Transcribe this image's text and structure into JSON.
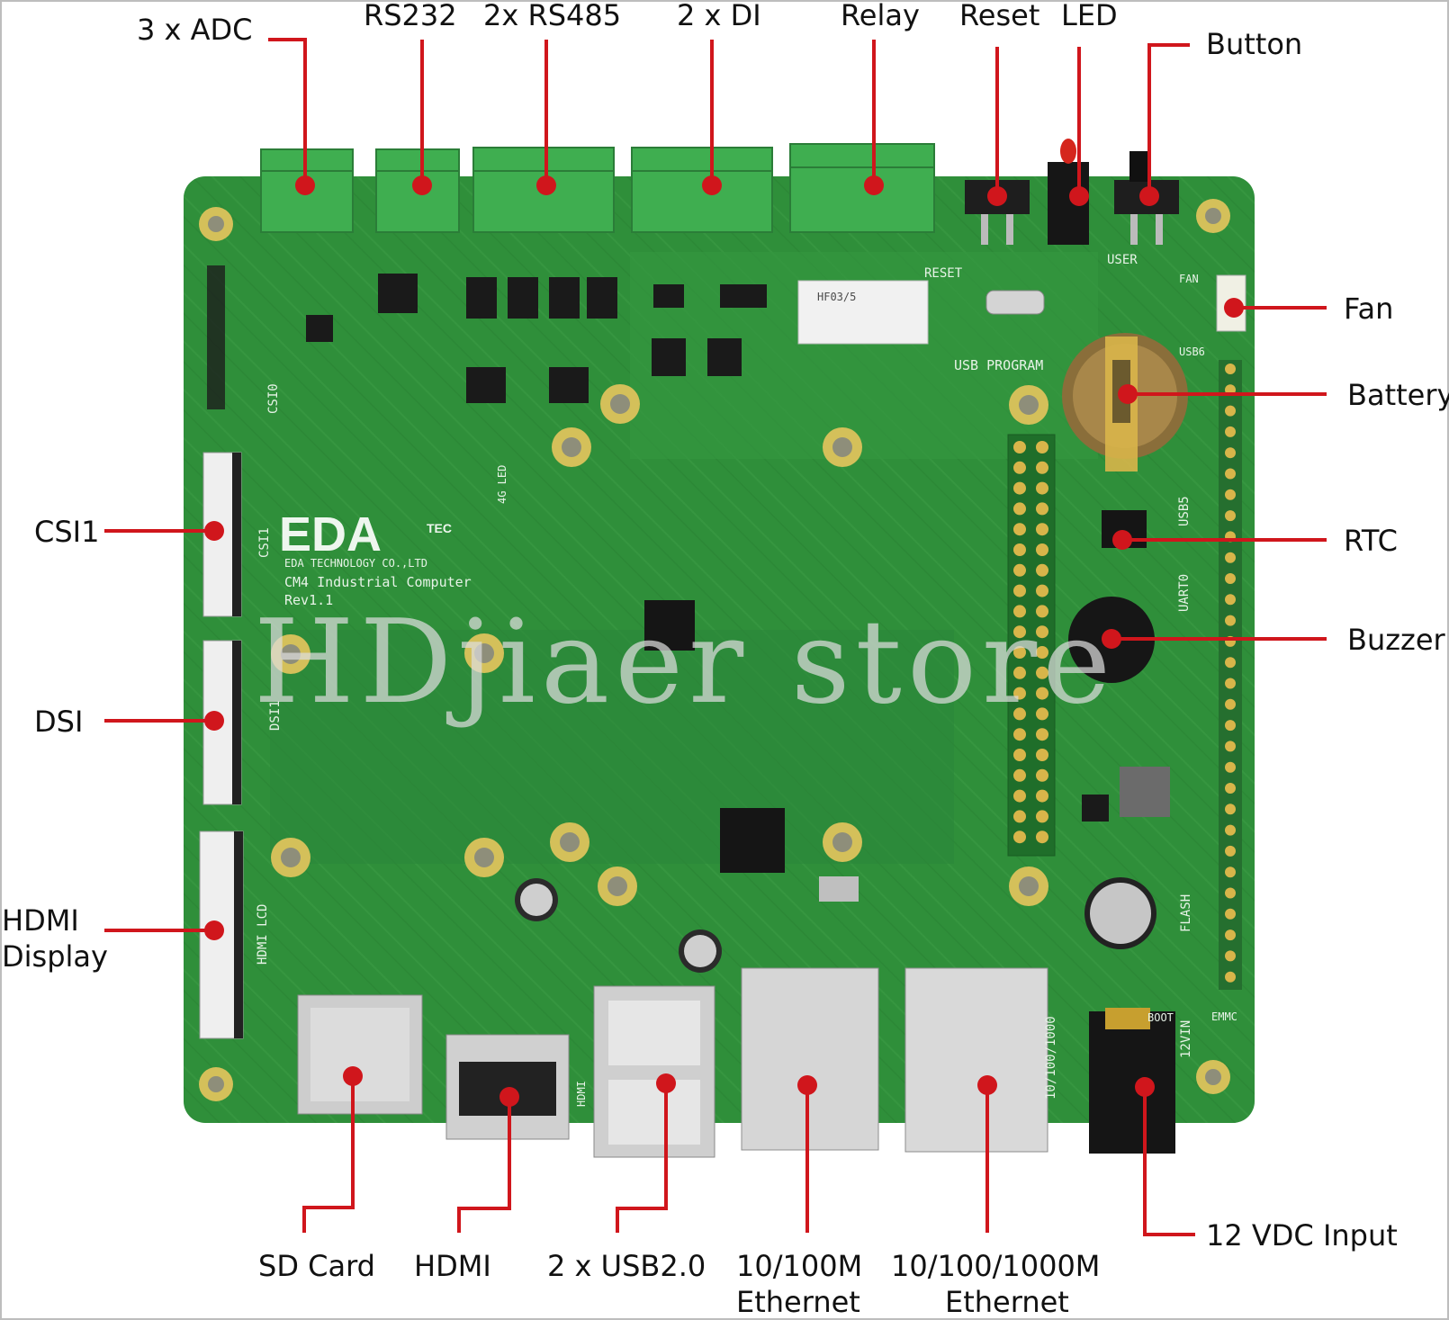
{
  "board": {
    "logo": "EDA",
    "logo_tec": "TEC",
    "company": "EDA TECHNOLOGY CO.,LTD",
    "model": "CM4 Industrial Computer",
    "revision": "Rev1.1",
    "relay_marking": "HF03/5",
    "silk": {
      "usb_program": "USB PROGRAM",
      "reset": "RESET",
      "user": "USER",
      "fan": "FAN",
      "csi0": "CSI0",
      "csi1": "CSI1",
      "dsi1": "DSI1",
      "hdmi_lcd": "HDMI LCD",
      "uart0": "UART0",
      "usb5": "USB5",
      "usb6": "USB6",
      "flash": "FLASH",
      "emmc": "EMMC",
      "boot": "BOOT",
      "v12in": "12VIN",
      "eth_1000": "10/100/1000",
      "hdmi": "HDMI",
      "led_4g": "4G LED"
    }
  },
  "labels": {
    "adc": "3 x ADC",
    "rs232": "RS232",
    "rs485": "2x RS485",
    "di": "2 x DI",
    "relay": "Relay",
    "reset": "Reset",
    "led": "LED",
    "button": "Button",
    "fan": "Fan",
    "battery": "Battery",
    "rtc": "RTC",
    "buzzer": "Buzzer",
    "csi1": "CSI1",
    "dsi": "DSI",
    "hdmi_display_1": "HDMI",
    "hdmi_display_2": "Display",
    "sd_card": "SD Card",
    "hdmi": "HDMI",
    "usb": "2 x USB2.0",
    "eth100_1": "10/100M",
    "eth100_2": "Ethernet",
    "eth1000_1": "10/100/1000M",
    "eth1000_2": "Ethernet",
    "power": "12 VDC Input"
  },
  "watermark": "HDjiaer store",
  "colors": {
    "pcb": "#2f8f3a",
    "connector": "#3fae50",
    "callout": "#d0161c",
    "gold": "#c9a640"
  }
}
